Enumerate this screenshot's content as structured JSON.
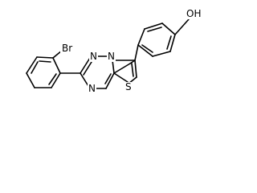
{
  "structure": {
    "atom_labels": {
      "bromine": "Br",
      "hydroxyl": "OH",
      "nitrogen_bridge": "N",
      "nitrogen_azine": "N",
      "nitrogen_lower": "N",
      "sulfur": "S"
    },
    "colors": {
      "bond": "#000000",
      "label": "#000000",
      "background": "#ffffff"
    }
  }
}
